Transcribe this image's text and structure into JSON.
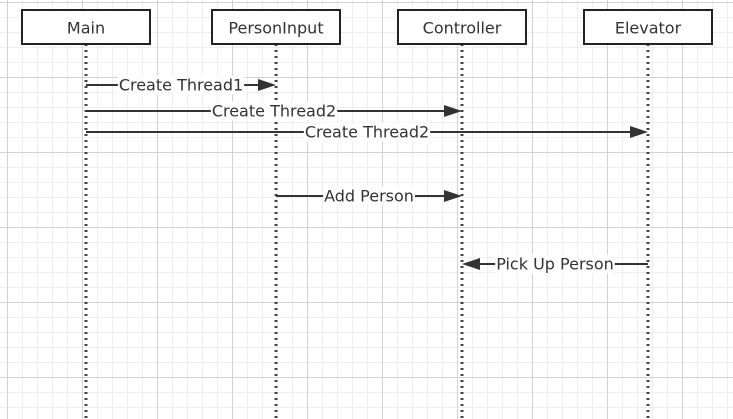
{
  "lifelines": [
    {
      "id": "main",
      "label": "Main"
    },
    {
      "id": "personinput",
      "label": "PersonInput"
    },
    {
      "id": "controller",
      "label": "Controller"
    },
    {
      "id": "elevator",
      "label": "Elevator"
    }
  ],
  "messages": [
    {
      "from": "main",
      "to": "personinput",
      "label": "Create Thread1"
    },
    {
      "from": "main",
      "to": "controller",
      "label": "Create Thread2"
    },
    {
      "from": "main",
      "to": "elevator",
      "label": "Create Thread2"
    },
    {
      "from": "personinput",
      "to": "controller",
      "label": "Add Person"
    },
    {
      "from": "elevator",
      "to": "controller",
      "label": "Pick Up Person"
    }
  ]
}
